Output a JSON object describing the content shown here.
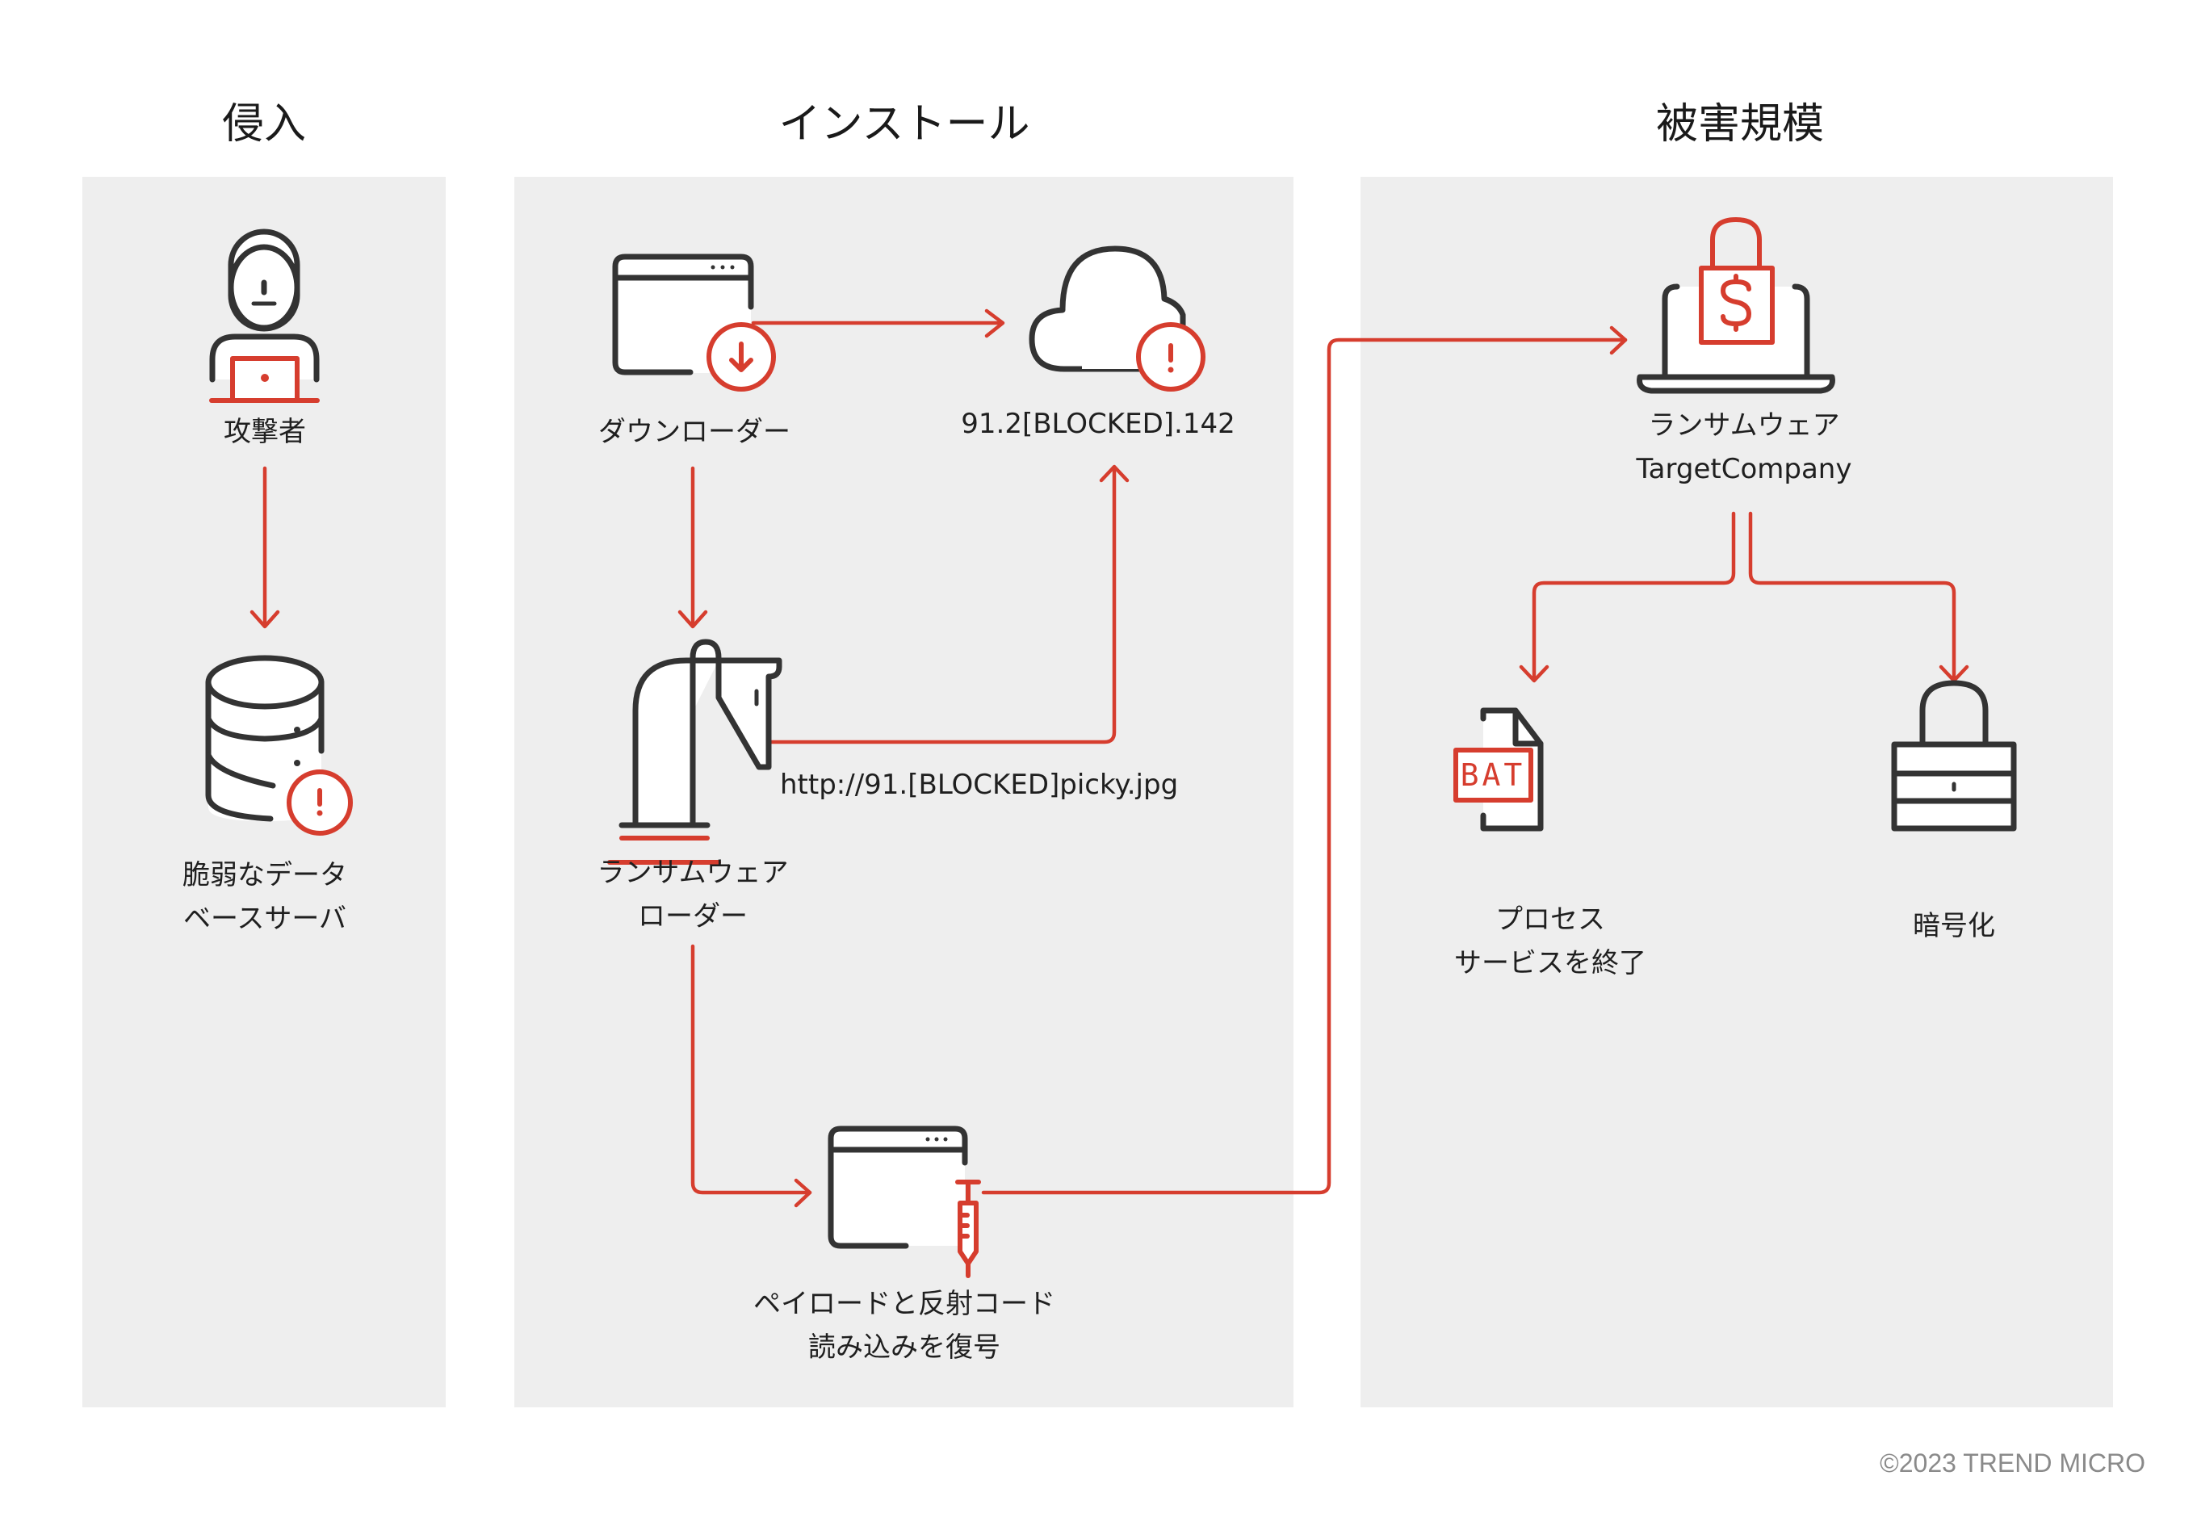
{
  "colors": {
    "accent": "#d63d2e",
    "ink": "#333333",
    "panel_bg": "#eeeeee",
    "background": "#ffffff",
    "copyright": "#8a8a8a"
  },
  "stages": [
    {
      "id": "intrusion",
      "title": "侵入"
    },
    {
      "id": "install",
      "title": "インストール"
    },
    {
      "id": "impact",
      "title": "被害規模"
    }
  ],
  "nodes": {
    "attacker": {
      "icon": "attacker-icon",
      "lines": [
        "攻撃者"
      ]
    },
    "db_server": {
      "icon": "database-warning-icon",
      "lines": [
        "脆弱なデータ",
        "ベースサーバ"
      ]
    },
    "downloader": {
      "icon": "window-download-icon",
      "lines": [
        "ダウンローダー"
      ]
    },
    "c2_server": {
      "icon": "cloud-warning-icon",
      "lines": [
        "91.2[BLOCKED].142"
      ]
    },
    "loader": {
      "icon": "trojan-horse-icon",
      "lines": [
        "ランサムウェア",
        "ローダー"
      ]
    },
    "loader_url": {
      "lines": [
        "http://91.[BLOCKED]picky.jpg"
      ]
    },
    "payload": {
      "icon": "window-syringe-icon",
      "lines": [
        "ペイロードと反射コード",
        "読み込みを復号"
      ]
    },
    "ransomware": {
      "icon": "laptop-ransom-lock-icon",
      "lines": [
        "ランサムウェア",
        "TargetCompany"
      ]
    },
    "kill_process": {
      "icon": "bat-file-icon",
      "badge": "BAT",
      "lines": [
        "プロセス",
        "サービスを終了"
      ]
    },
    "encrypt": {
      "icon": "padlock-icon",
      "lines": [
        "暗号化"
      ]
    }
  },
  "edges": [
    {
      "from": "attacker",
      "to": "db_server"
    },
    {
      "from": "downloader",
      "to": "c2_server"
    },
    {
      "from": "downloader",
      "to": "loader"
    },
    {
      "from": "loader",
      "to": "c2_server"
    },
    {
      "from": "loader",
      "to": "payload"
    },
    {
      "from": "payload",
      "to": "ransomware"
    },
    {
      "from": "ransomware",
      "to": "kill_process"
    },
    {
      "from": "ransomware",
      "to": "encrypt"
    }
  ],
  "footer": {
    "copyright": "©2023 TREND MICRO"
  }
}
